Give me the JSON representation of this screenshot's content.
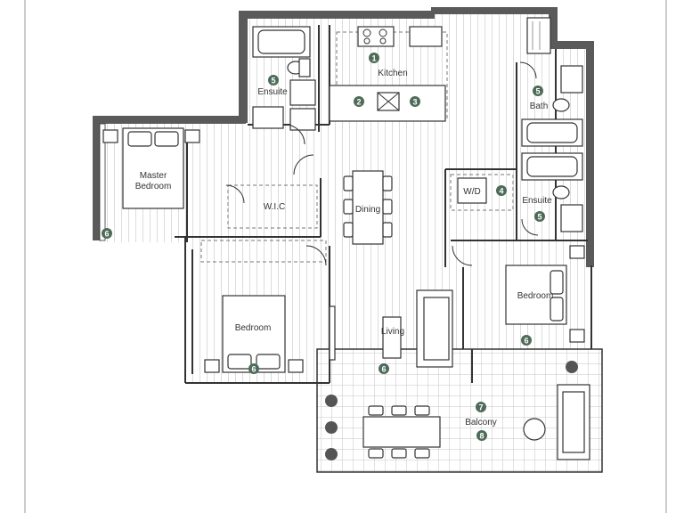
{
  "plan": {
    "rooms": {
      "kitchen": "Kitchen",
      "ensuite_left": "Ensuite",
      "bath": "Bath",
      "master_bedroom_line1": "Master",
      "master_bedroom_line2": "Bedroom",
      "wic": "W.I.C",
      "dining": "Dining",
      "wd": "W/D",
      "ensuite_right": "Ensuite",
      "bedroom_right": "Bedroom",
      "bedroom_left": "Bedroom",
      "living": "Living",
      "balcony": "Balcony"
    },
    "markers": {
      "kitchen": "1",
      "kitchen_left": "2",
      "kitchen_right": "3",
      "laundry": "4",
      "ensuite_left": "5",
      "bath": "5",
      "ensuite_right": "5",
      "master": "6",
      "bedroom_left": "6",
      "living": "6",
      "bedroom_right": "6",
      "balcony_upper": "7",
      "balcony_lower": "8"
    }
  }
}
